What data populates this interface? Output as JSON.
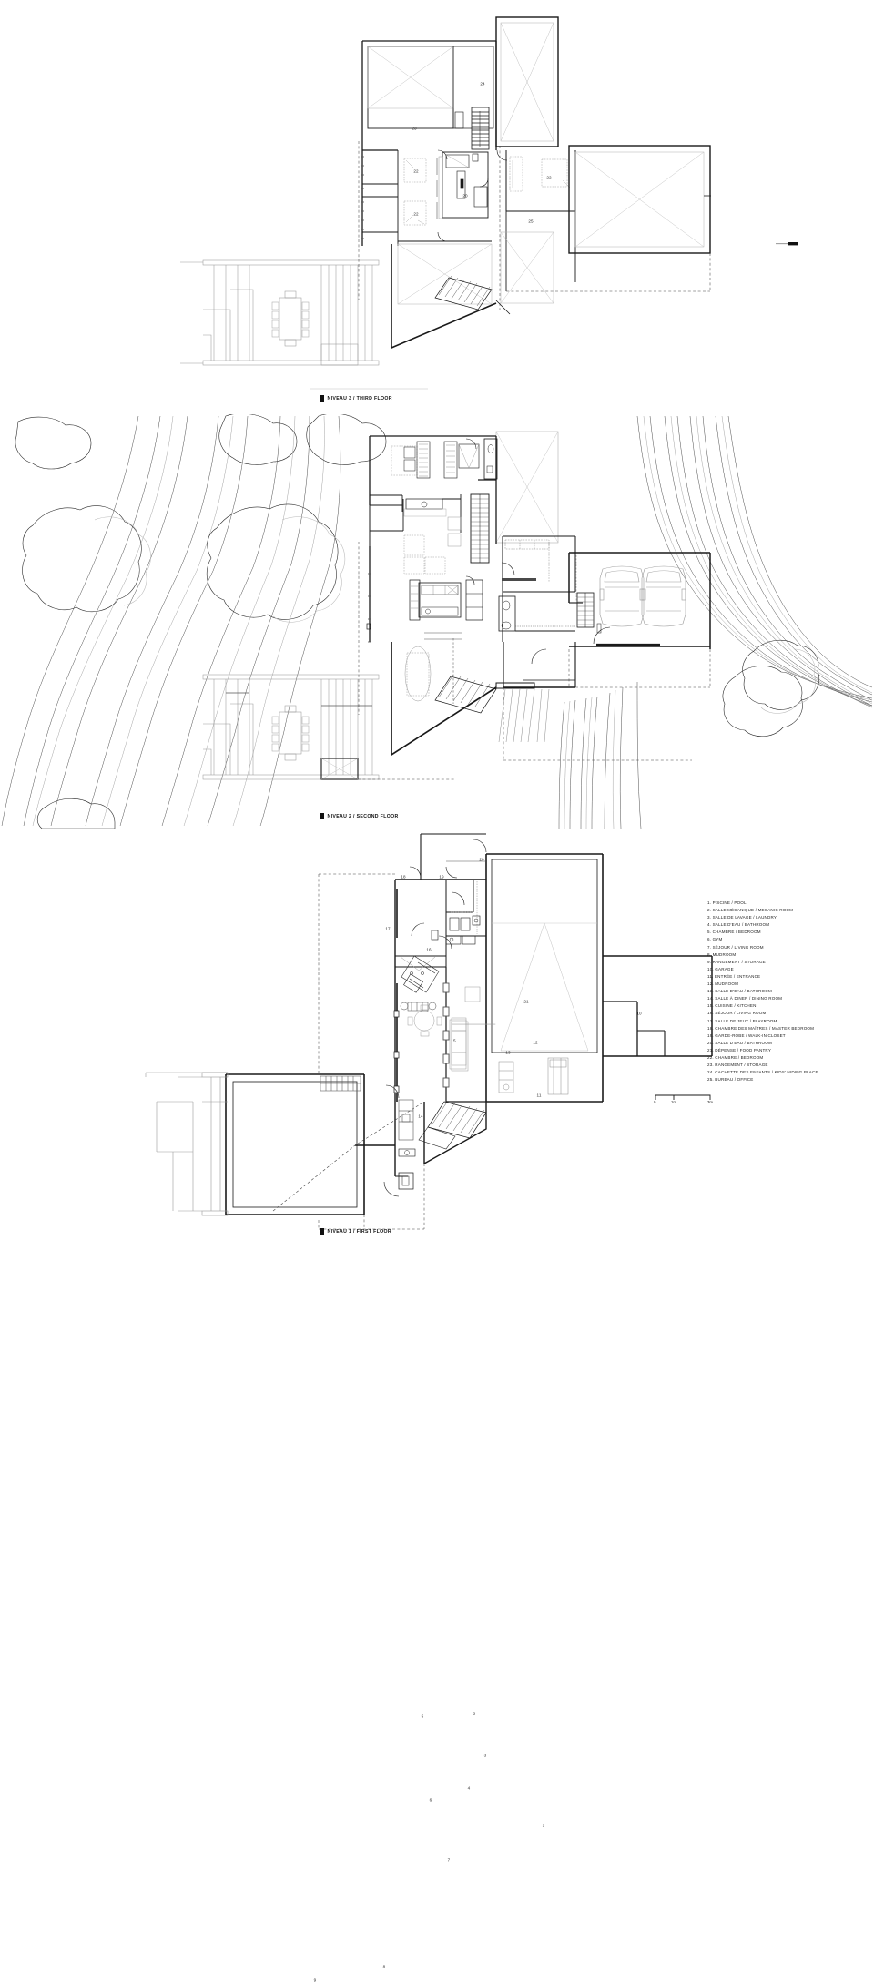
{
  "sheet": {
    "title": "Residential Floor Plans",
    "background_color": "#ffffff",
    "line_color": "#1a1a1a",
    "fine_line_color": "#8a8a8a"
  },
  "floors": [
    {
      "id": "third",
      "caption": "NIVEAU 3 / THIRD FLOOR",
      "level_fr": "NIVEAU 3",
      "level_en": "THIRD FLOOR",
      "room_numbers": [
        "20",
        "22",
        "22",
        "22",
        "23",
        "24",
        "25"
      ],
      "features": [
        "roof terrace with dining table",
        "exterior stair",
        "skylight wells",
        "interior stair"
      ]
    },
    {
      "id": "second",
      "caption": "NIVEAU 2 / SECOND FLOOR",
      "level_fr": "NIVEAU 2",
      "level_en": "SECOND FLOOR",
      "room_numbers": [
        "10",
        "11",
        "12",
        "13",
        "14",
        "15",
        "16",
        "17",
        "18",
        "19",
        "20",
        "21"
      ],
      "features": [
        "two-car garage",
        "topographic contour lines",
        "tree canopies",
        "terrace with dining table",
        "exterior stair"
      ]
    },
    {
      "id": "first",
      "caption": "NIVEAU 1 / FIRST FLOOR",
      "level_fr": "NIVEAU 1",
      "level_en": "FIRST FLOOR",
      "room_numbers": [
        "1",
        "2",
        "3",
        "4",
        "5",
        "6",
        "7",
        "8",
        "9"
      ],
      "features": [
        "lap pool",
        "gym equipment",
        "lounge seating",
        "exterior stair",
        "terrace"
      ]
    }
  ],
  "legend": {
    "items": [
      "1. PISCINE  / POOL",
      "2. SALLE MÉCANIQUE / MECANIC ROOM",
      "3. SALLE DE LAVAGE / LAUNDRY",
      "4. SALLE D'EAU / BATHROOM",
      "5. CHAMBRE / BEDROOM",
      "6. GYM",
      "7. SÉJOUR / LIVING ROOM",
      "8. MUDROOM",
      "9. RANGEMENT / STORAGE",
      "10. GARAGE",
      "11. ENTRÉE / ENTRANCE",
      "12. MUDROOM",
      "13. SALLE D'EAU / BATHROOM",
      "14. SALLE À DINER / DINING ROOM",
      "15. CUISINE / KITCHEN",
      "16. SÉJOUR / LIVING ROOM",
      "17. SALLE DE JEUX / PLAYROOM",
      "18. CHAMBRE DES MAÎTRES / MASTER BEDROOM",
      "19. GARDE-ROBE / WALK-IN CLOSET",
      "20. SALLE D'EAU / BATHROOM",
      "21. DÉPENSE / FOOD PANTRY",
      "22. CHAMBRE / BEDROOM",
      "23. RANGEMENT / STORAGE",
      "24. CACHETTE DES ENFANTS / KIDS' HIDING PLACE",
      "25. BUREAU / OFFICE"
    ]
  },
  "scale_bar": {
    "labels": [
      "0",
      "1m",
      "3m"
    ],
    "zero": "0",
    "one_meter": "1m",
    "three_meter": "3m"
  }
}
